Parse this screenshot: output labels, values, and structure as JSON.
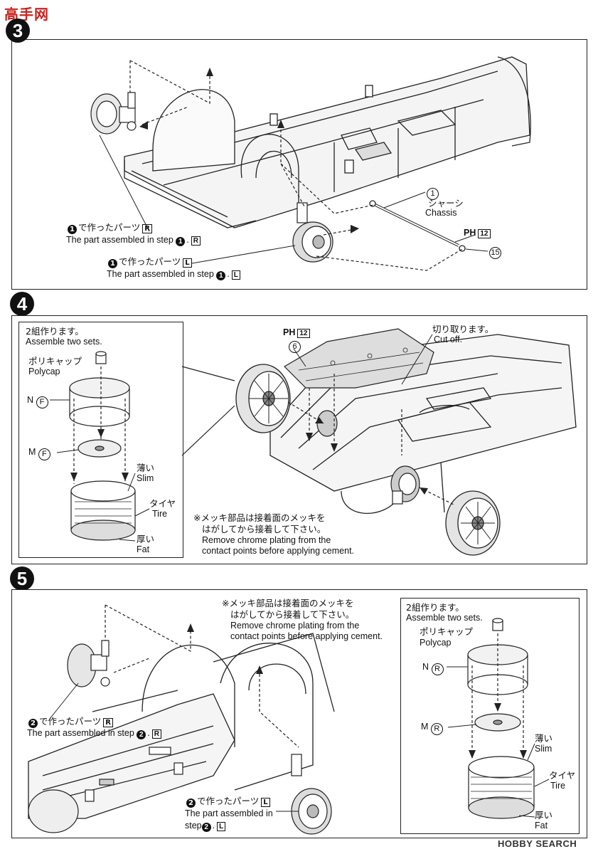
{
  "watermark": {
    "top_logo": "高手网",
    "bottom_logo": "HOBBY SEARCH"
  },
  "step3": {
    "number": "3",
    "chassis_jp": "シャーシ",
    "chassis_en": "Chassis",
    "chassis_part": "1",
    "ph_label": "PH",
    "ph_num": "12",
    "part15": "15",
    "part_r_jp_pre": "1",
    "part_r_jp": "で作ったパーツ",
    "part_r_box": "R",
    "part_r_en": "The part assembled in step",
    "part_r_en_num": "1",
    "part_l_jp_pre": "1",
    "part_l_jp": "で作ったパーツ",
    "part_l_box": "L",
    "part_l_en": "The part assembled in step",
    "part_l_en_num": "1"
  },
  "step4": {
    "number": "4",
    "sets_jp": "2組作ります。",
    "sets_en": "Assemble two sets.",
    "polycap_jp": "ポリキャップ",
    "polycap_en": "Polycap",
    "n_label": "N",
    "n_circ": "F",
    "m_label": "M",
    "m_circ": "F",
    "slim_jp": "薄い",
    "slim_en": "Slim",
    "tire_jp": "タイヤ",
    "tire_en": "Tire",
    "fat_jp": "厚い",
    "fat_en": "Fat",
    "ph_label": "PH",
    "ph_num": "12",
    "part6": "6",
    "cutoff_jp": "切り取ります。",
    "cutoff_en": "Cut off.",
    "note_jp1": "※メッキ部品は接着面のメッキを",
    "note_jp2": "はがしてから接着して下さい。",
    "note_en1": "Remove chrome plating from the",
    "note_en2": "contact points before applying cement."
  },
  "step5": {
    "number": "5",
    "note_jp1": "※メッキ部品は接着面のメッキを",
    "note_jp2": "はがしてから接着して下さい。",
    "note_en1": "Remove chrome plating from the",
    "note_en2": "contact points before applying cement.",
    "part_r_jp_pre": "2",
    "part_r_jp": "で作ったパーツ",
    "part_r_box": "R",
    "part_r_en": "The part assembled in step",
    "part_r_en_num": "2",
    "part_l_jp_pre": "2",
    "part_l_jp": "で作ったパーツ",
    "part_l_box": "L",
    "part_l_en1": "The part assembled in",
    "part_l_en2": "step",
    "part_l_en_num": "2",
    "sets_jp": "2組作ります。",
    "sets_en": "Assemble two sets.",
    "polycap_jp": "ポリキャップ",
    "polycap_en": "Polycap",
    "n_label": "N",
    "n_circ": "R",
    "m_label": "M",
    "m_circ": "R",
    "slim_jp": "薄い",
    "slim_en": "Slim",
    "tire_jp": "タイヤ",
    "tire_en": "Tire",
    "fat_jp": "厚い",
    "fat_en": "Fat"
  }
}
